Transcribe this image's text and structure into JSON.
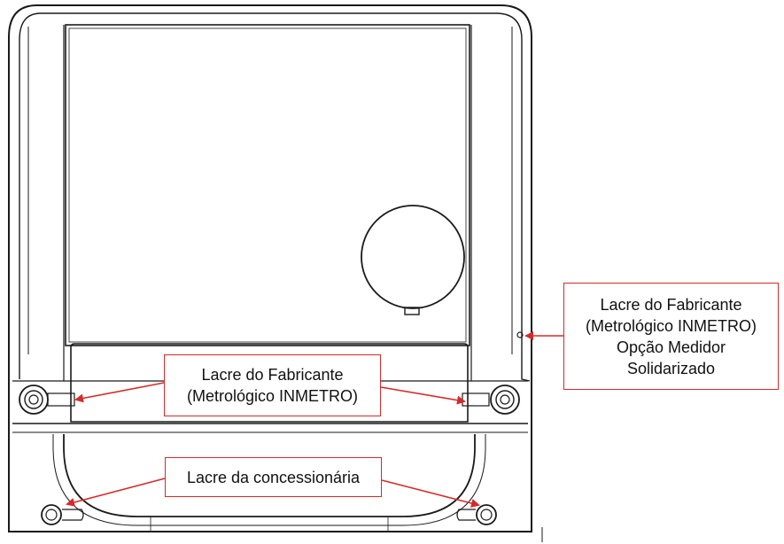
{
  "labels": {
    "manufacturer_seal": {
      "line1": "Lacre do Fabricante",
      "line2": "(Metrológico INMETRO)"
    },
    "manufacturer_seal_option": {
      "line1": "Lacre do Fabricante",
      "line2": "(Metrológico INMETRO)",
      "line3": "Opção Medidor",
      "line4": "Solidarizado"
    },
    "utility_seal": {
      "line1": "Lacre da concessionária"
    }
  },
  "colors": {
    "callout_accent": "#d62a2a",
    "drawing_stroke": "#1a1a1a"
  }
}
